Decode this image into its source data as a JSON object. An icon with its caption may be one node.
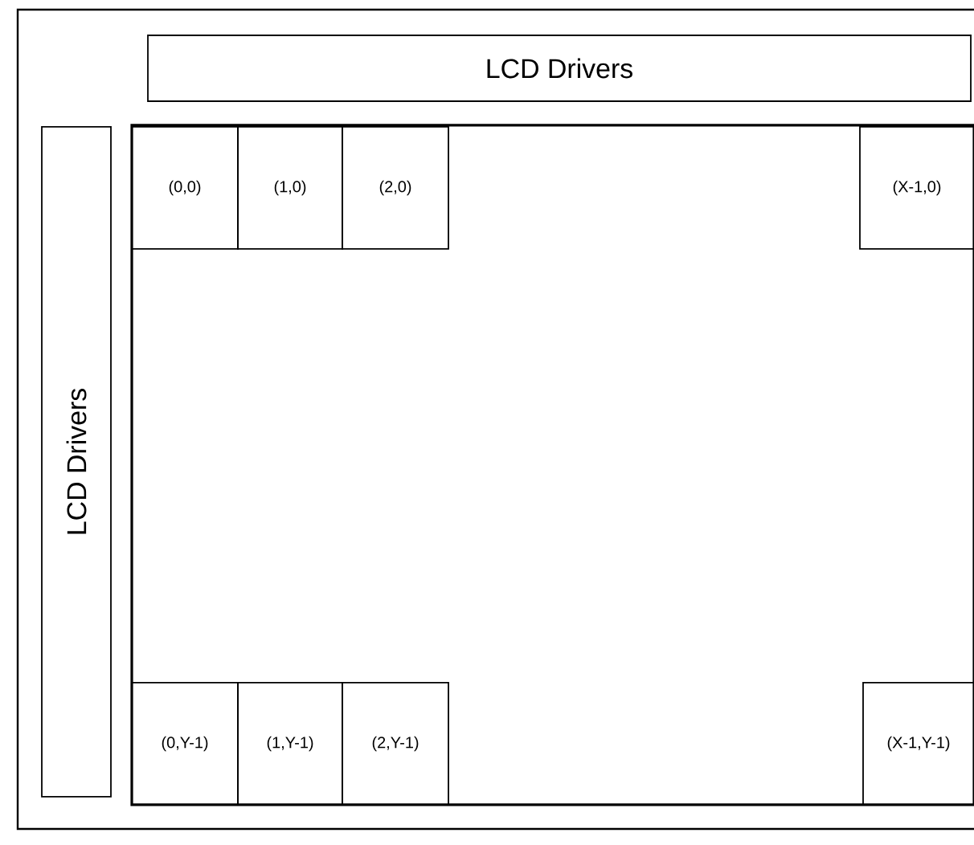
{
  "diagram": {
    "nodes": [
      {
        "text": [
          "LCD Drivers"
        ]
      },
      {
        "text": [
          "LCD Drivers"
        ]
      },
      {
        "text": [],
        "shape": "box"
      },
      {
        "text": [
          "(0,0)"
        ],
        "in": 2
      },
      {
        "text": [
          "(1,0)"
        ],
        "in": 2
      },
      {
        "text": [
          "(2,0)"
        ],
        "in": 2
      },
      {
        "text": [
          "(X-1,0)"
        ],
        "in": 2
      },
      {
        "text": [
          "(0,Y-1)"
        ],
        "in": 2
      },
      {
        "text": [
          "(1,Y-1)"
        ],
        "in": 2
      },
      {
        "text": [
          "(2,Y-1)"
        ],
        "in": 2
      },
      {
        "text": [
          "(X-1,Y-1)"
        ],
        "in": 2
      }
    ]
  }
}
